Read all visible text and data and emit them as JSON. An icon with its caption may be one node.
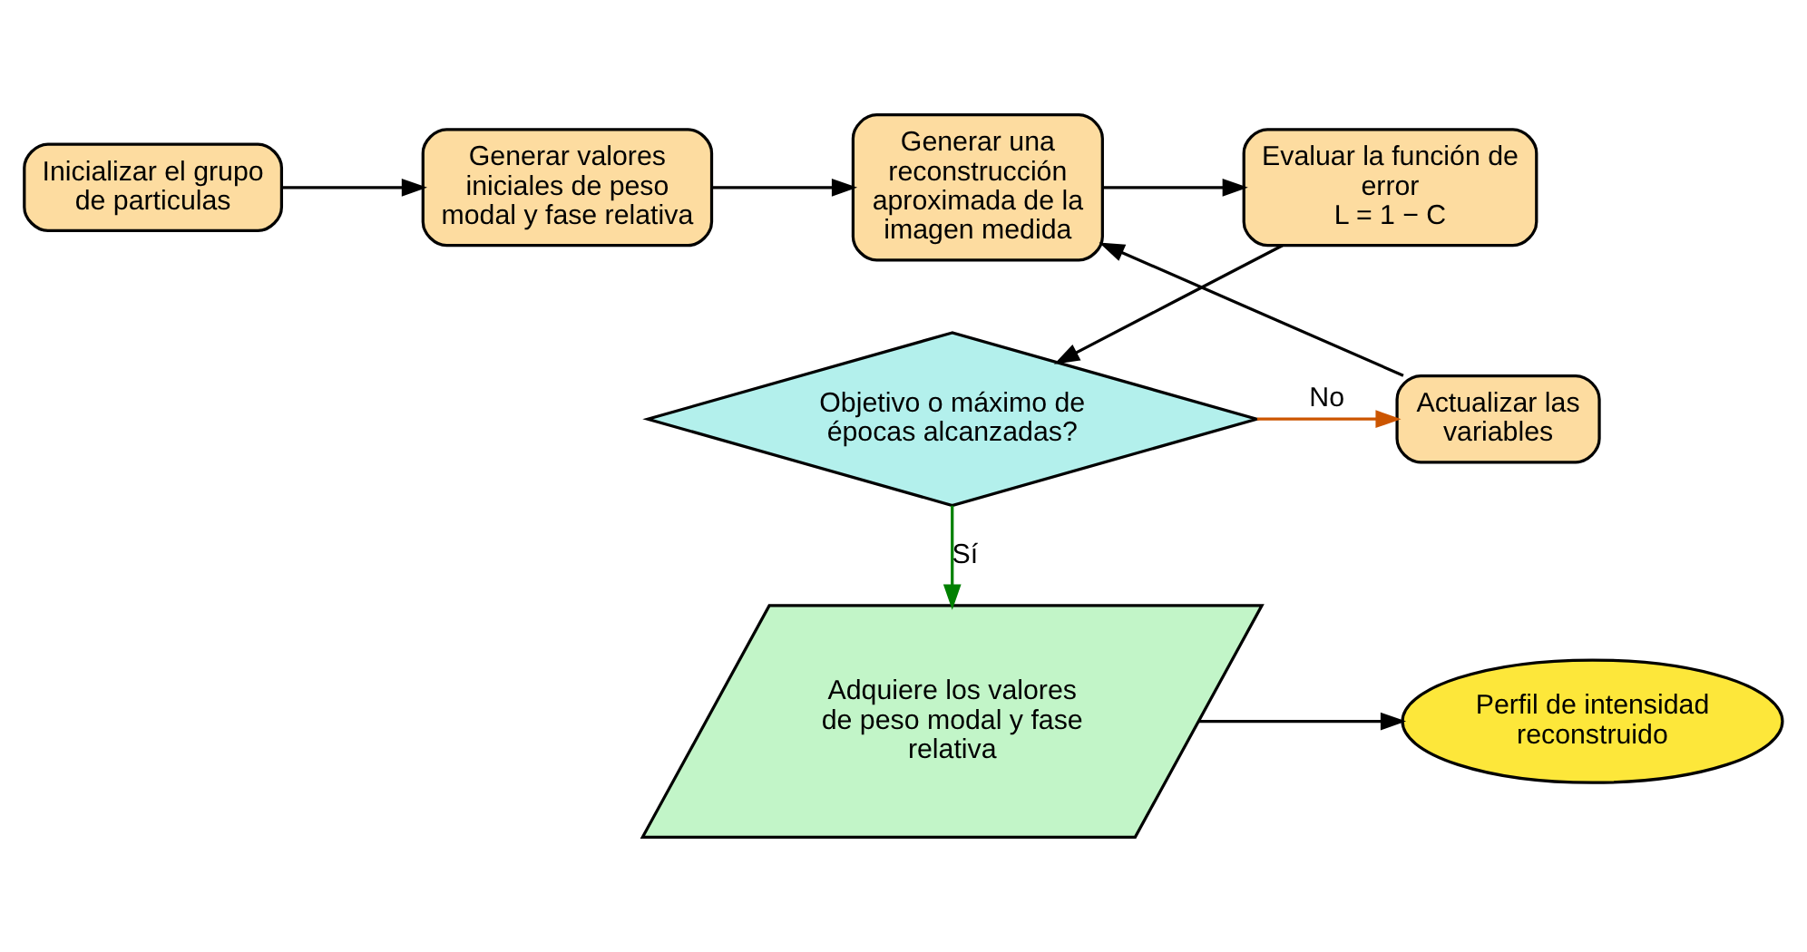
{
  "diagram": {
    "nodes": [
      {
        "text": [
          "Inicializar el grupo de particulas"
        ]
      },
      {
        "text": [
          "Generar valores iniciales de peso modal y fase relativa"
        ]
      },
      {
        "text": [
          "Generar una reconstrucción aproximada de la imagen medida"
        ]
      },
      {
        "text": [
          "Evaluar la función de error",
          "L = 1 − C"
        ]
      },
      {
        "text": [
          "Objetivo o máximo de épocas alcanzadas?"
        ]
      },
      {
        "text": [
          "Actualizar las variables"
        ]
      },
      {
        "text": [
          "Adquiere los valores de peso modal y fase relativa"
        ]
      },
      {
        "text": [
          "Perfil de intensidad reconstruido"
        ]
      }
    ],
    "edges": [
      {
        "from": 0,
        "to": 1,
        "arrow": "to"
      },
      {
        "from": 1,
        "to": 2,
        "arrow": "to"
      },
      {
        "from": 2,
        "to": 3,
        "arrow": "to"
      },
      {
        "from": 3,
        "to": 4,
        "arrow": "to"
      },
      {
        "from": 4,
        "to": 5,
        "arrow": "to",
        "label": "No",
        "color": "#cc5500"
      },
      {
        "from": 5,
        "to": 2,
        "arrow": "to"
      },
      {
        "from": 4,
        "to": 6,
        "arrow": "to",
        "label": "Sí",
        "color": "#008000"
      },
      {
        "from": 6,
        "to": 7,
        "arrow": "to"
      }
    ]
  }
}
